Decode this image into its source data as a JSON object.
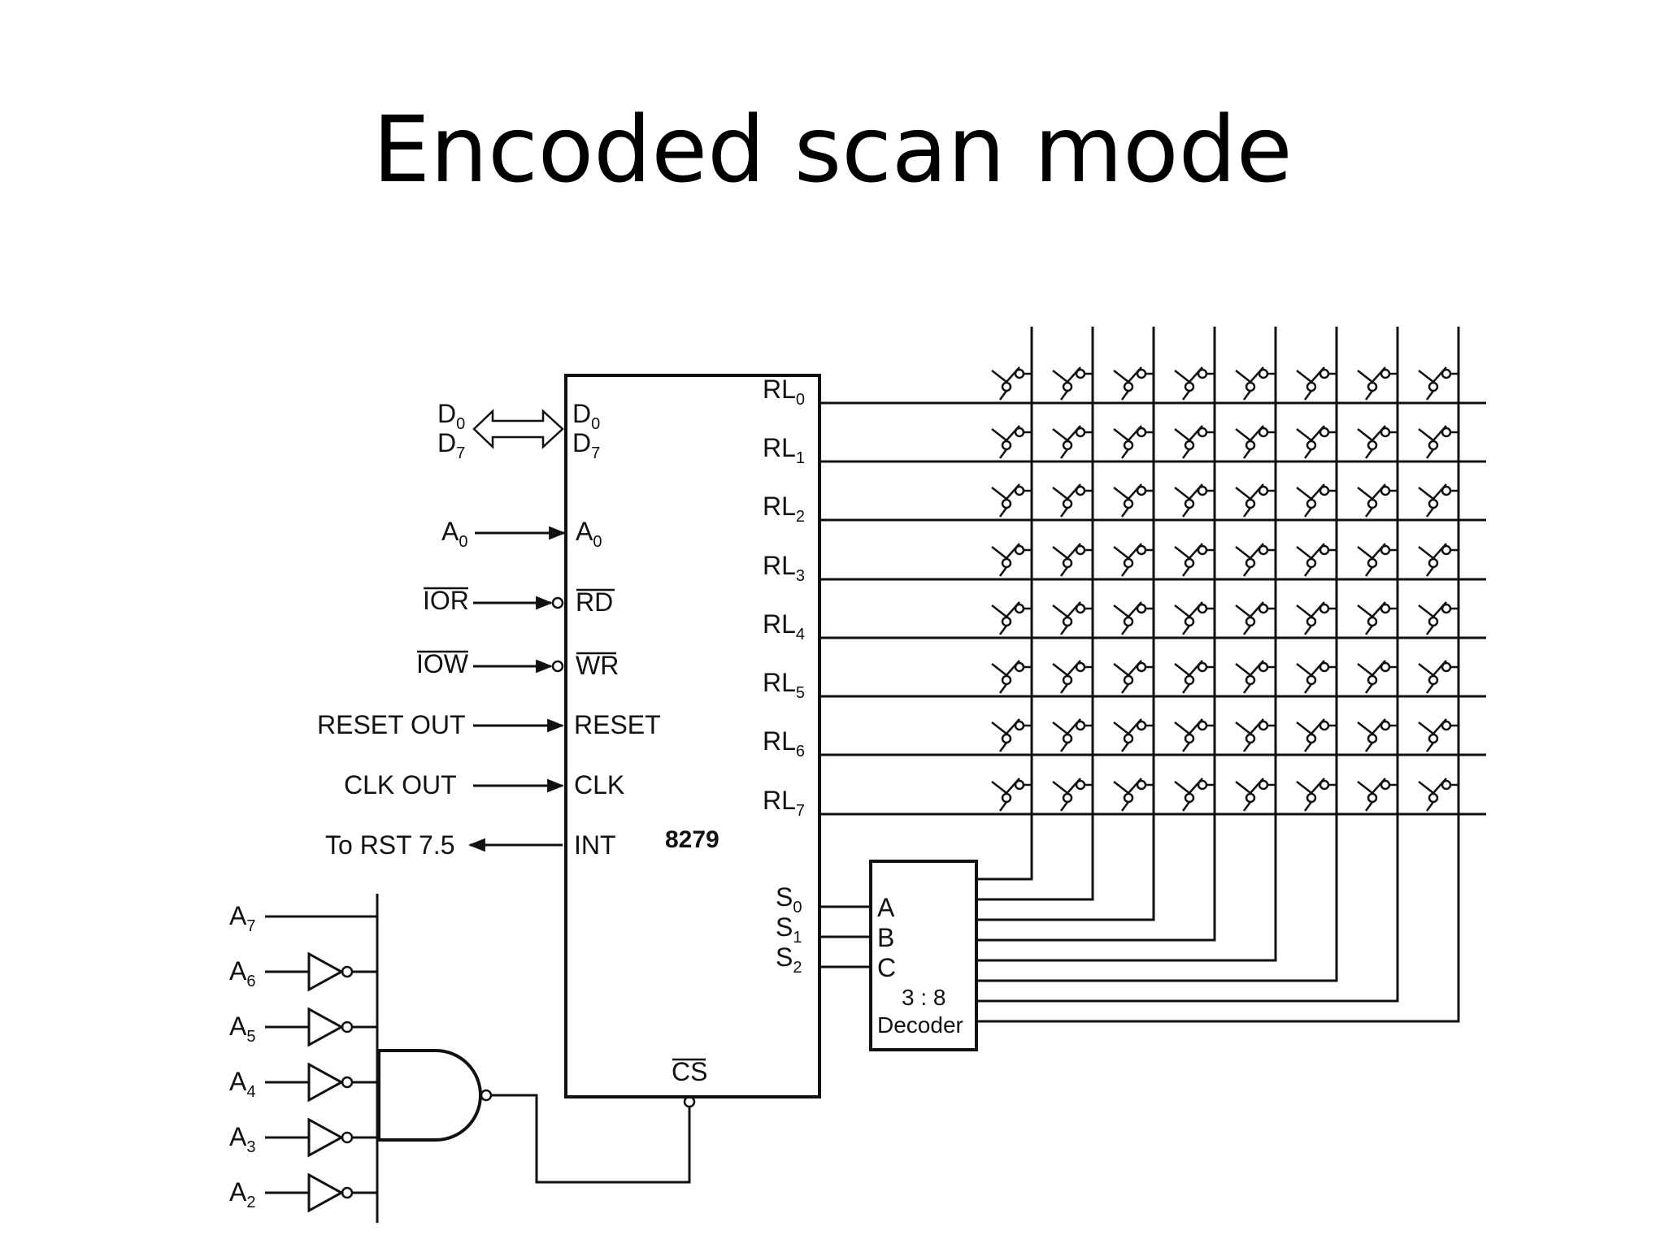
{
  "title": "Encoded scan mode",
  "chip": {
    "name": "8279",
    "left_pins": [
      {
        "ext": "D",
        "ext_sub": "0",
        "pin": "D",
        "pin_sub": "0"
      },
      {
        "ext": "D",
        "ext_sub": "7",
        "pin": "D",
        "pin_sub": "7"
      },
      {
        "ext": "A",
        "ext_sub": "0",
        "pin": "A",
        "pin_sub": "0"
      },
      {
        "ext": "IOR",
        "pin": "RD",
        "overline": true
      },
      {
        "ext": "IOW",
        "pin": "WR",
        "overline": true
      },
      {
        "ext": "RESET OUT",
        "pin": "RESET"
      },
      {
        "ext": "CLK OUT",
        "pin": "CLK"
      },
      {
        "ext": "To RST 7.5",
        "pin": "INT"
      }
    ],
    "return_lines": [
      {
        "label": "RL",
        "sub": "0"
      },
      {
        "label": "RL",
        "sub": "1"
      },
      {
        "label": "RL",
        "sub": "2"
      },
      {
        "label": "RL",
        "sub": "3"
      },
      {
        "label": "RL",
        "sub": "4"
      },
      {
        "label": "RL",
        "sub": "5"
      },
      {
        "label": "RL",
        "sub": "6"
      },
      {
        "label": "RL",
        "sub": "7"
      }
    ],
    "scan_lines": [
      {
        "label": "S",
        "sub": "0"
      },
      {
        "label": "S",
        "sub": "1"
      },
      {
        "label": "S",
        "sub": "2"
      }
    ],
    "cs_label": "CS"
  },
  "decoder": {
    "inputs": [
      "A",
      "B",
      "C"
    ],
    "ratio": "3 : 8",
    "label": "Decoder"
  },
  "address_lines": [
    {
      "label": "A",
      "sub": "7"
    },
    {
      "label": "A",
      "sub": "6"
    },
    {
      "label": "A",
      "sub": "5"
    },
    {
      "label": "A",
      "sub": "4"
    },
    {
      "label": "A",
      "sub": "3"
    },
    {
      "label": "A",
      "sub": "2"
    }
  ],
  "key_matrix": {
    "rows": 8,
    "columns": 8
  }
}
